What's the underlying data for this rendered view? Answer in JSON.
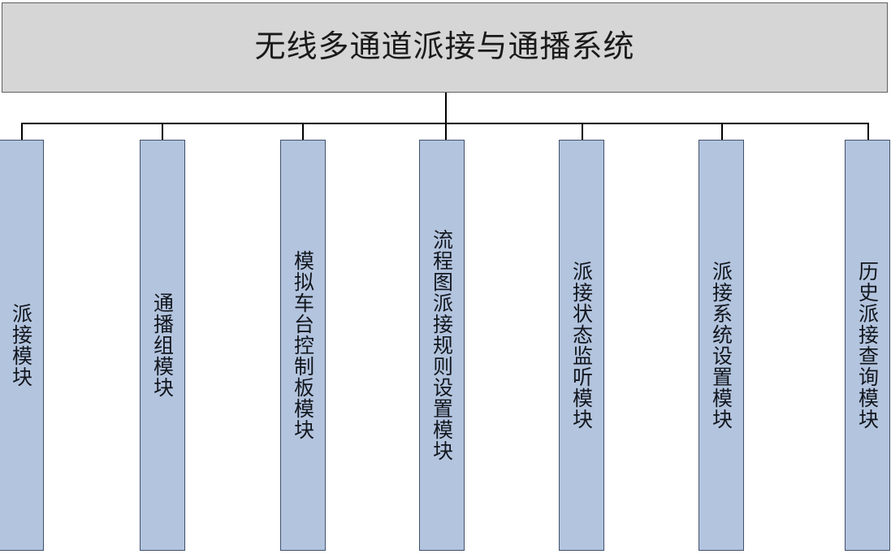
{
  "diagram": {
    "type": "organization-tree",
    "orientation": "top-down",
    "root": {
      "title": "无线多通道派接与通播系统"
    },
    "nodes": [
      {
        "label": "派接模块"
      },
      {
        "label": "通播组模块"
      },
      {
        "label": "模拟车台控制板模块"
      },
      {
        "label": "流程图派接规则设置模块"
      },
      {
        "label": "派接状态监听模块"
      },
      {
        "label": "派接系统设置模块"
      },
      {
        "label": "历史派接查询模块"
      }
    ],
    "colors": {
      "root_fill": "#d6d6d6",
      "root_border": "#5f5f5f",
      "node_fill": "#b3c4de",
      "node_border": "#41516b",
      "connector": "#000000",
      "text": "#12161d",
      "background": "#ffffff"
    }
  }
}
